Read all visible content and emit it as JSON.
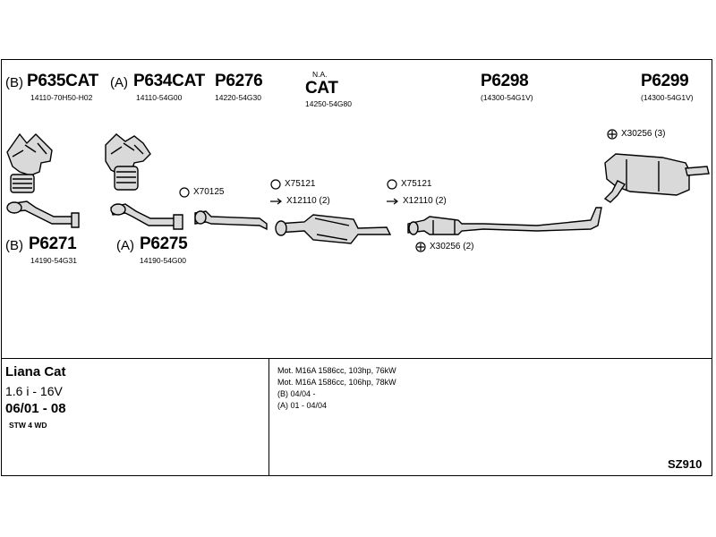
{
  "parts": {
    "p635cat": {
      "variant": "(B)",
      "number": "P635CAT",
      "oem": "14110-70H50-H02"
    },
    "p634cat": {
      "variant": "(A)",
      "number": "P634CAT",
      "oem": "14110-54G00"
    },
    "p6276": {
      "number": "P6276",
      "oem": "14220-54G30"
    },
    "cat": {
      "superscript": "N.A.",
      "number": "CAT",
      "oem": "14250-54G80"
    },
    "p6298": {
      "number": "P6298",
      "oem": "(14300-54G1V)"
    },
    "p6299": {
      "number": "P6299",
      "oem": "(14300-54G1V)"
    },
    "p6271": {
      "variant": "(B)",
      "number": "P6271",
      "oem": "14190-54G31"
    },
    "p6275": {
      "variant": "(A)",
      "number": "P6275",
      "oem": "14190-54G00"
    }
  },
  "hardware": {
    "x70125": "X70125",
    "x75121_a": "X75121",
    "x12110_a": "X12110 (2)",
    "x75121_b": "X75121",
    "x12110_b": "X12110 (2)",
    "x30256_top": "X30256 (3)",
    "x30256_mid": "X30256 (2)"
  },
  "vehicle": {
    "name": "Liana Cat",
    "engine": "1.6 i - 16V",
    "years": "06/01 - 08",
    "body": "STW 4 WD"
  },
  "notes": [
    "Mot. M16A 1586cc, 103hp, 76kW",
    "Mot. M16A 1586cc, 106hp, 78kW",
    "(B) 04/04 -",
    "(A) 01 - 04/04"
  ],
  "diagram_code": "SZ910",
  "colors": {
    "line": "#000000",
    "background": "#ffffff",
    "part_fill": "#d9d9d9"
  }
}
